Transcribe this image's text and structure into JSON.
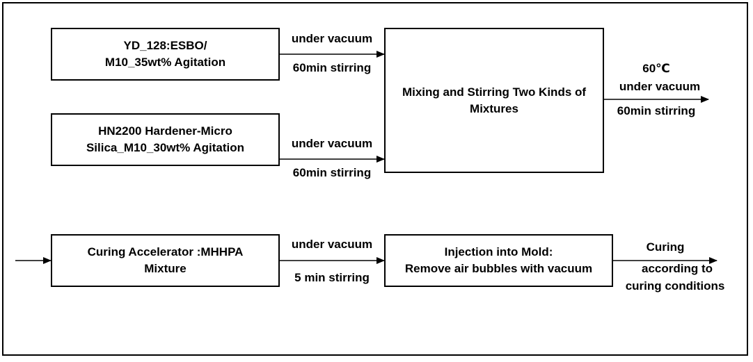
{
  "colors": {
    "stroke": "#000000",
    "background": "#ffffff"
  },
  "boxes": {
    "mix_a": {
      "line1": "YD_128:ESBO/",
      "line2": "M10_35wt% Agitation"
    },
    "mix_b": {
      "line1": "HN2200 Hardener-Micro",
      "line2": "Silica_M10_30wt% Agitation"
    },
    "mix_two": {
      "line1": "Mixing and Stirring Two Kinds of",
      "line2": "Mixtures"
    },
    "accelerator": {
      "line1": "Curing Accelerator :MHHPA",
      "line2": "Mixture"
    },
    "injection": {
      "line1": "Injection into Mold:",
      "line2": "Remove air bubbles with vacuum"
    }
  },
  "labels": {
    "a_top": "under vacuum",
    "a_bottom": "60min stirring",
    "b_top": "under vacuum",
    "b_bottom": "60min stirring",
    "out_temp": "60℃",
    "out_top": "under vacuum",
    "out_bottom": "60min stirring",
    "acc_top": "under vacuum",
    "acc_bottom": "5 min stirring",
    "cure_top": "Curing",
    "cure_line2": "according to",
    "cure_line3": "curing conditions"
  }
}
